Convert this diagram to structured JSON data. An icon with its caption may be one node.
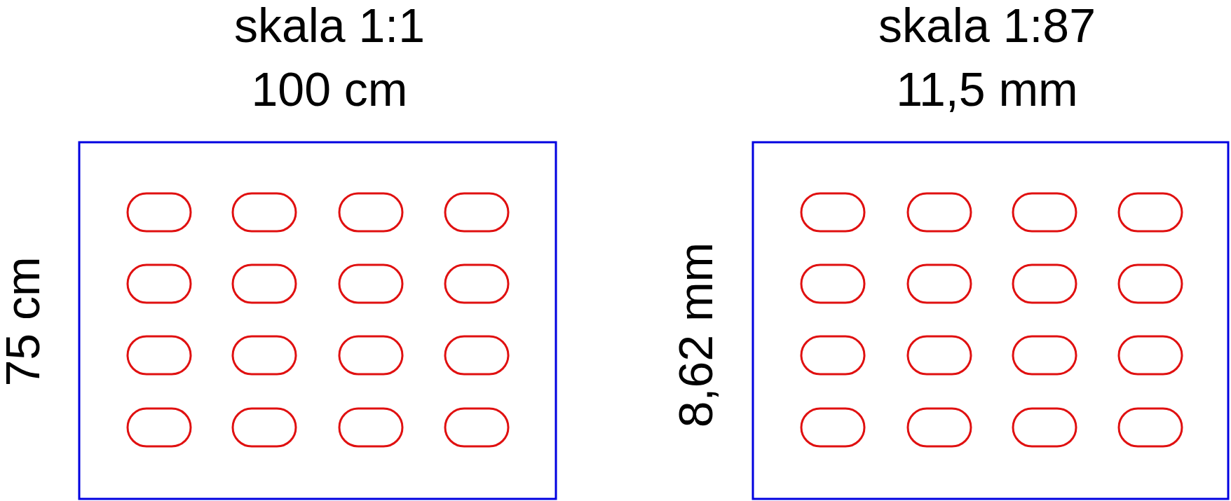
{
  "diagram": {
    "labels": [
      "skala 1:1",
      "100 cm",
      "75 cm",
      "skala 1:87",
      "11,5 mm",
      "8,62 mm"
    ]
  }
}
